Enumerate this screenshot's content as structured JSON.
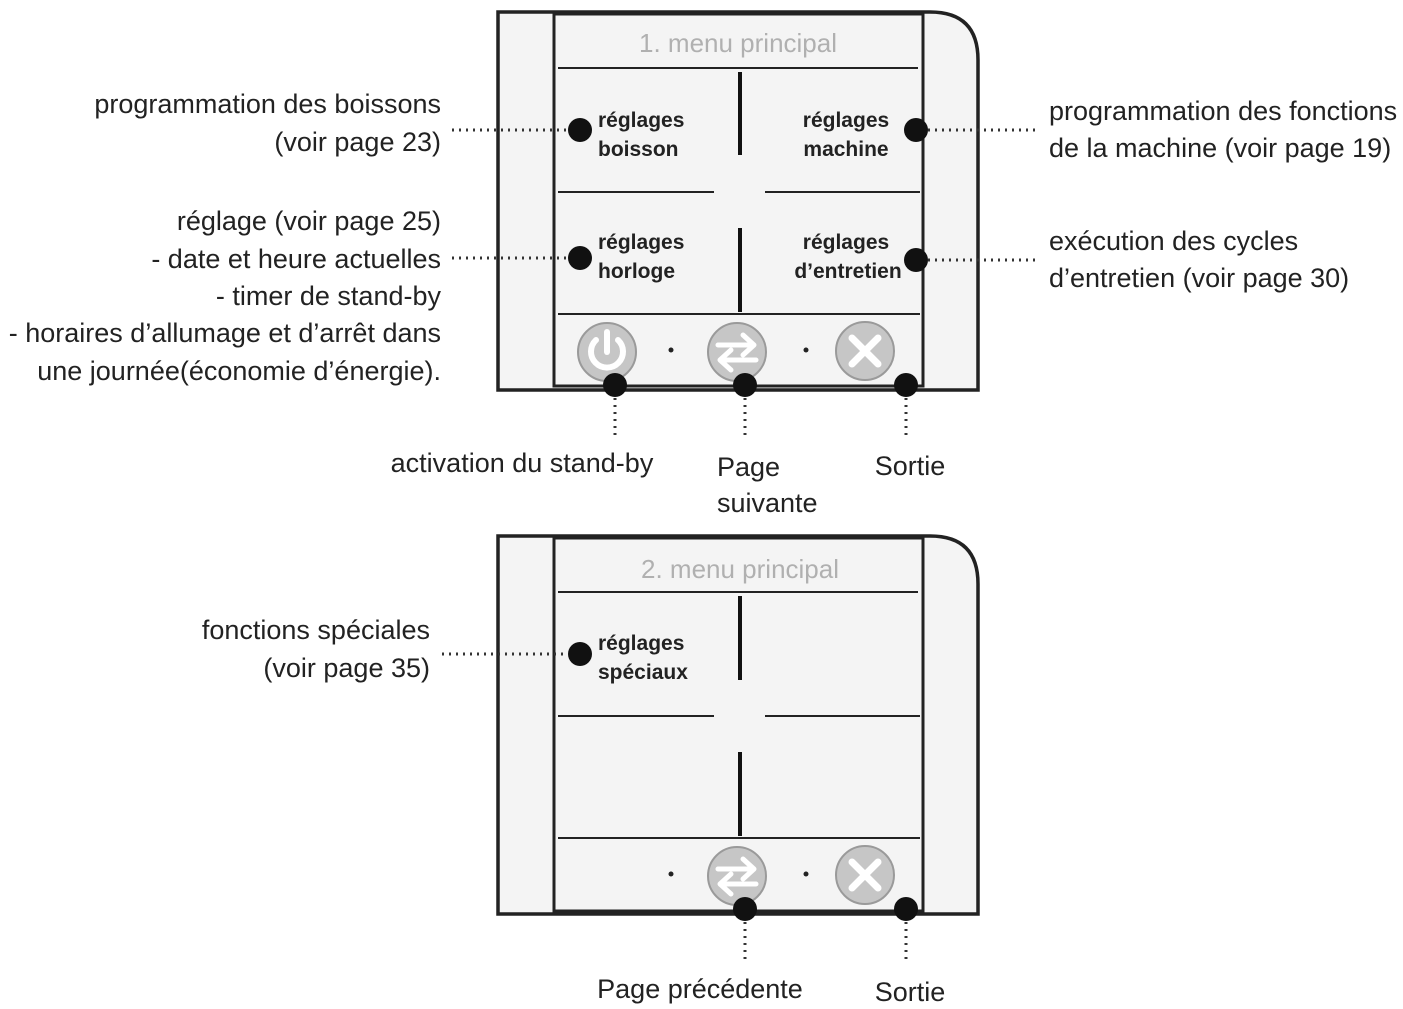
{
  "colors": {
    "frame": "#222222",
    "screen": "#f4f4f4",
    "icon": "#c6c6c6",
    "title": "#b0b0b0"
  },
  "menu1": {
    "title": "1. menu principal",
    "buttons": {
      "tl": [
        "réglages",
        "boisson"
      ],
      "tr": [
        "réglages",
        "machine"
      ],
      "bl": [
        "réglages",
        "horloge"
      ],
      "br": [
        "réglages",
        "d’entretien"
      ]
    },
    "icons": [
      "power-icon",
      "swap-arrows-icon",
      "close-icon"
    ]
  },
  "menu1_annotations": {
    "boissons": [
      "programmation des boissons",
      "(voir page 23)"
    ],
    "machine": [
      "programmation des fonctions",
      "de la machine (voir page 19)"
    ],
    "horloge": [
      "réglage (voir page 25)",
      "- date et heure actuelles",
      "- timer de stand-by",
      "- horaires d’allumage et d’arrêt dans",
      "une journée(économie d’énergie)."
    ],
    "entretien": [
      "exécution des cycles",
      "d’entretien (voir page 30)"
    ],
    "standby": "activation du stand-by",
    "next": [
      "Page",
      "suivante"
    ],
    "exit": "Sortie"
  },
  "menu2": {
    "title": "2. menu principal",
    "buttons": {
      "tl": [
        "réglages",
        "spéciaux"
      ]
    },
    "icons": [
      "swap-arrows-icon",
      "close-icon"
    ]
  },
  "menu2_annotations": {
    "speciaux": [
      "fonctions spéciales",
      "(voir page 35)"
    ],
    "prev": "Page précédente",
    "exit": "Sortie"
  }
}
